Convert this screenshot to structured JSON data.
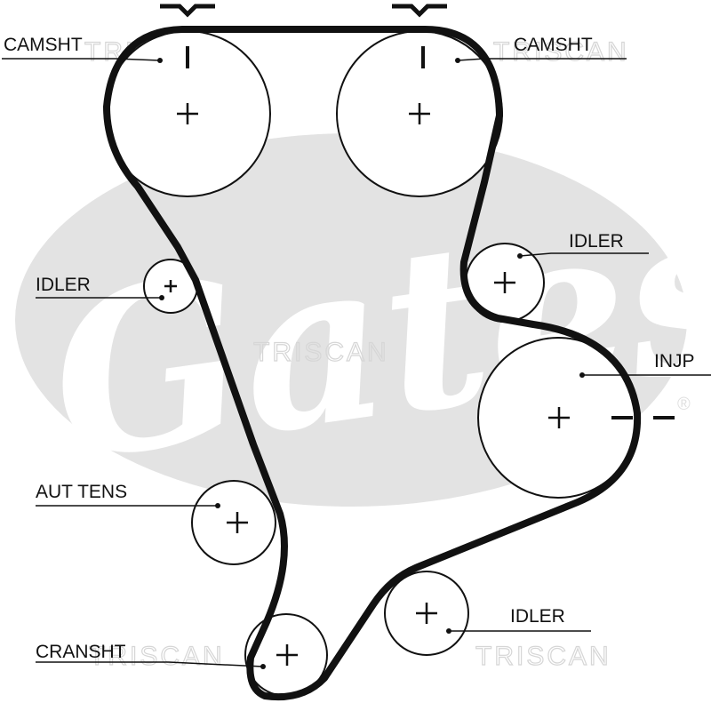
{
  "diagram": {
    "pulleys": {
      "camshaft_left": {
        "label": "CAMSHT"
      },
      "camshaft_right": {
        "label": "CAMSHT"
      },
      "idler_left": {
        "label": "IDLER"
      },
      "idler_right_top": {
        "label": "IDLER"
      },
      "injection_pump": {
        "label": "INJP"
      },
      "auto_tensioner": {
        "label": "AUT TENS"
      },
      "crankshaft": {
        "label": "CRANSHT"
      },
      "idler_bottom": {
        "label": "IDLER"
      }
    },
    "watermarks": {
      "brand_logo": "Gates",
      "text": "TRISCAN",
      "registered_mark": "®"
    }
  }
}
